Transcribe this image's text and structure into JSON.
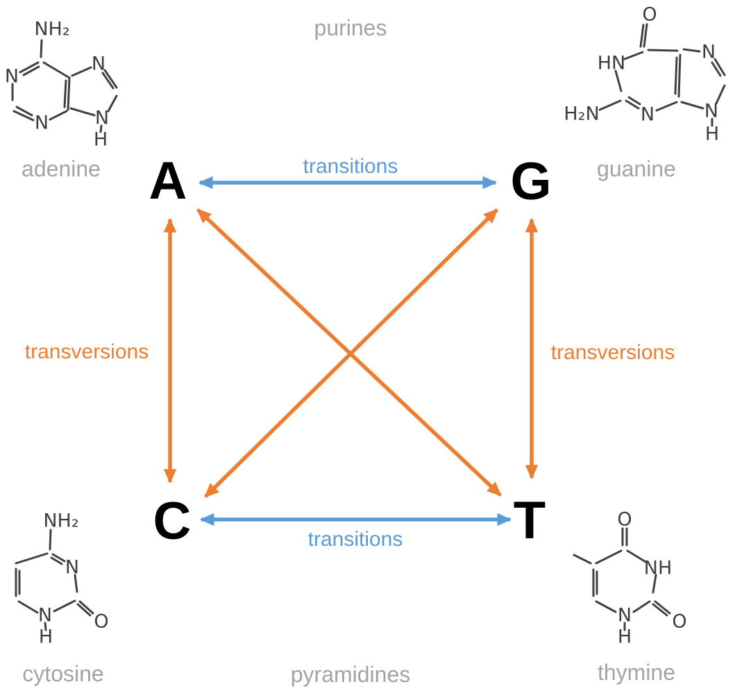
{
  "diagram": {
    "top_group_label": "purines",
    "bottom_group_label": "pyramidines",
    "bases": [
      {
        "letter": "A",
        "name": "adenine"
      },
      {
        "letter": "G",
        "name": "guanine"
      },
      {
        "letter": "C",
        "name": "cytosine"
      },
      {
        "letter": "T",
        "name": "thymine"
      }
    ],
    "edges": [
      {
        "from": "A",
        "to": "G",
        "type": "transition",
        "label": "transitions"
      },
      {
        "from": "C",
        "to": "T",
        "type": "transition",
        "label": "transitions"
      },
      {
        "from": "A",
        "to": "C",
        "type": "transversion",
        "label": "transversions"
      },
      {
        "from": "G",
        "to": "T",
        "type": "transversion",
        "label": "transversions"
      },
      {
        "from": "A",
        "to": "T",
        "type": "transversion",
        "label": ""
      },
      {
        "from": "C",
        "to": "G",
        "type": "transversion",
        "label": ""
      }
    ],
    "colors": {
      "transition_blue": "#5B9BD5",
      "transversion_orange": "#ED7D31",
      "muted_gray": "#A3A3A3",
      "base_black": "#000000",
      "structure_gray": "#404040"
    }
  },
  "molecules": {
    "adenine": {
      "atoms": {
        "amine": "NH₂",
        "n1": "N",
        "n3": "N",
        "n7": "N",
        "n9": "N",
        "n9_h": "H"
      }
    },
    "guanine": {
      "atoms": {
        "o6": "O",
        "n1": "HN",
        "amine": "H₂N",
        "n3": "N",
        "n7": "N",
        "n9": "N",
        "n9_h": "H"
      }
    },
    "cytosine": {
      "atoms": {
        "amine": "NH₂",
        "n3": "N",
        "o2": "O",
        "n1": "N",
        "n1_h": "H"
      }
    },
    "thymine": {
      "atoms": {
        "o4": "O",
        "n3": "NH",
        "o2": "O",
        "n1": "N",
        "n1_h": "H"
      }
    }
  }
}
